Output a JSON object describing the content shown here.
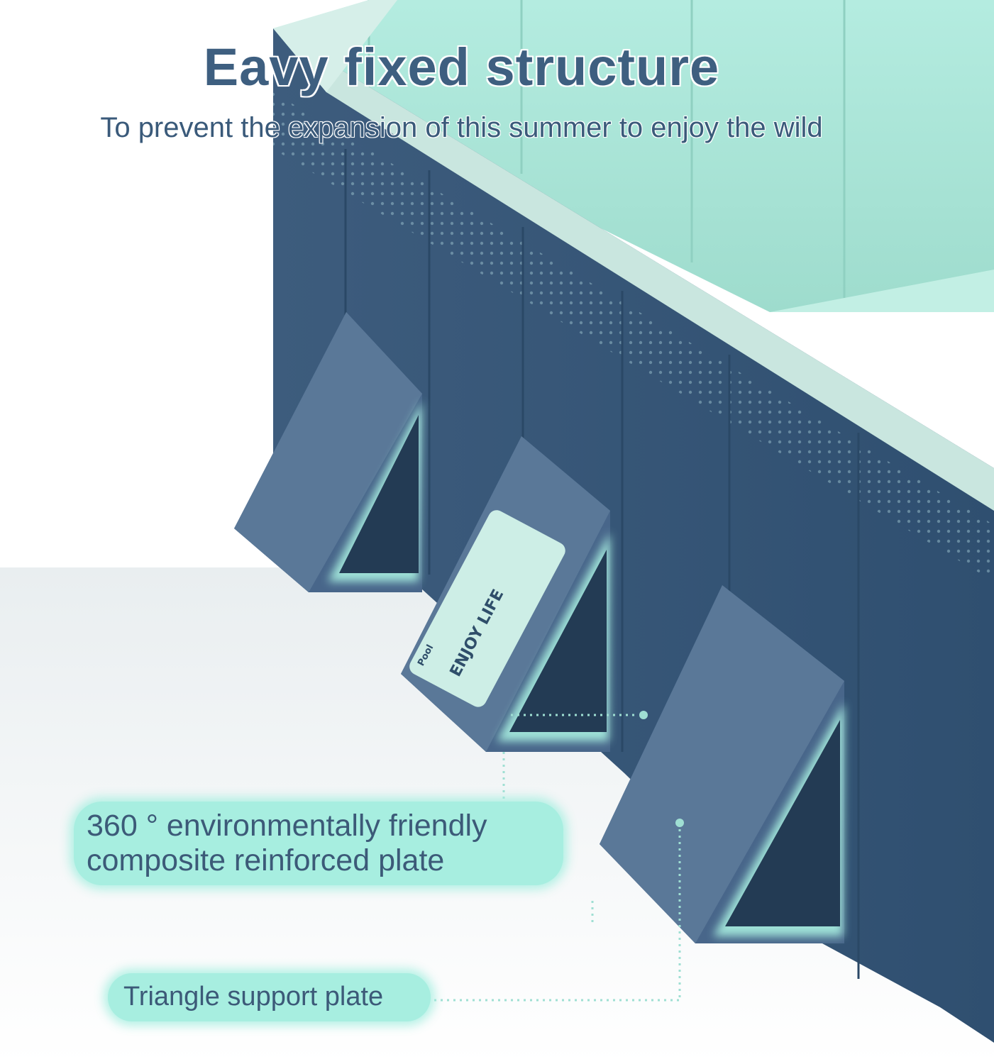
{
  "header": {
    "title": "Eavy fixed structure",
    "subtitle": "To prevent the expansion of this summer to enjoy the wild"
  },
  "callouts": {
    "plate_line1": "360 ° environmentally friendly",
    "plate_line2": "composite reinforced plate",
    "triangle": "Triangle support plate"
  },
  "label": {
    "brand": "ENJOY LIFE",
    "product": "Pool"
  },
  "colors": {
    "navy": "#3a5a7a",
    "teal_glow": "#a7eee0",
    "pool_inner": "#a9e6d7",
    "text": "#3e5f80"
  }
}
